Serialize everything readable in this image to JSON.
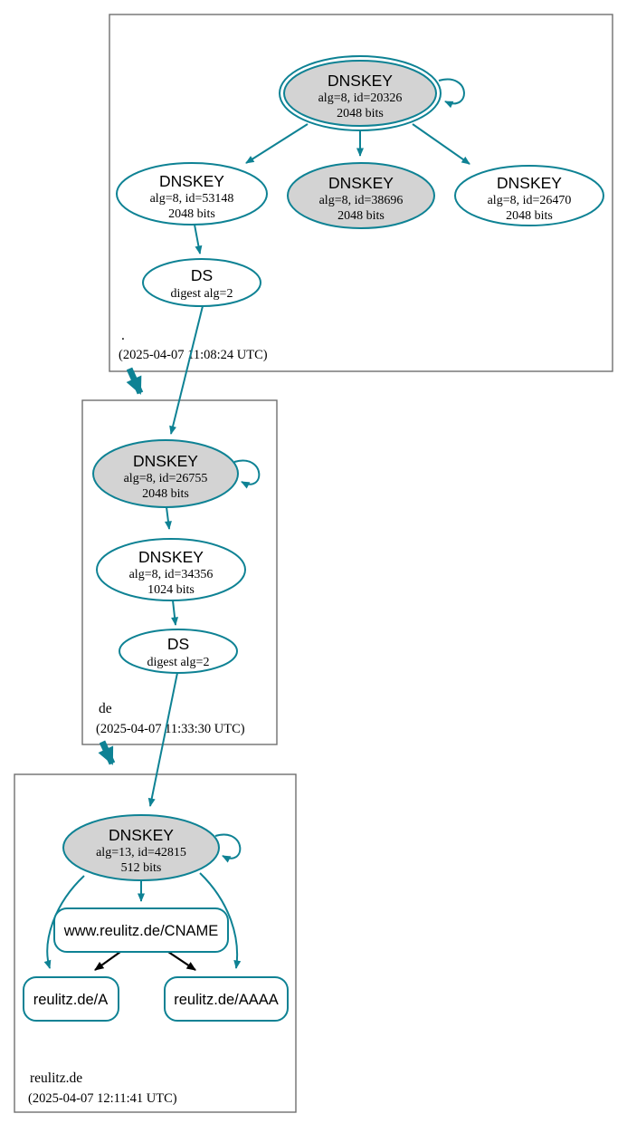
{
  "colors": {
    "edge_secure": "#0e8294",
    "edge_alias": "#000000",
    "node_fill_ksk": "#d3d3d3",
    "node_fill": "#ffffff",
    "zone_border": "#6f6f6f"
  },
  "zones": [
    {
      "name": ".",
      "timestamp": "(2025-04-07 11:08:24 UTC)",
      "nodes": {
        "ksk": {
          "type": "DNSKEY",
          "detail1": "alg=8, id=20326",
          "detail2": "2048 bits"
        },
        "zsk1": {
          "type": "DNSKEY",
          "detail1": "alg=8, id=53148",
          "detail2": "2048 bits"
        },
        "zsk2": {
          "type": "DNSKEY",
          "detail1": "alg=8, id=38696",
          "detail2": "2048 bits"
        },
        "zsk3": {
          "type": "DNSKEY",
          "detail1": "alg=8, id=26470",
          "detail2": "2048 bits"
        },
        "ds": {
          "type": "DS",
          "detail1": "digest alg=2"
        }
      },
      "edges": [
        "ksk->ksk(self)",
        "ksk->zsk1",
        "ksk->zsk2",
        "ksk->zsk3",
        "zsk1->ds",
        "ds->de.ksk"
      ]
    },
    {
      "name": "de",
      "timestamp": "(2025-04-07 11:33:30 UTC)",
      "nodes": {
        "ksk": {
          "type": "DNSKEY",
          "detail1": "alg=8, id=26755",
          "detail2": "2048 bits"
        },
        "zsk": {
          "type": "DNSKEY",
          "detail1": "alg=8, id=34356",
          "detail2": "1024 bits"
        },
        "ds": {
          "type": "DS",
          "detail1": "digest alg=2"
        }
      },
      "edges": [
        "ksk->ksk(self)",
        "ksk->zsk",
        "zsk->ds",
        "ds->reulitz.de.ksk"
      ]
    },
    {
      "name": "reulitz.de",
      "timestamp": "(2025-04-07 12:11:41 UTC)",
      "nodes": {
        "ksk": {
          "type": "DNSKEY",
          "detail1": "alg=13, id=42815",
          "detail2": "512 bits"
        },
        "cname": {
          "label": "www.reulitz.de/CNAME"
        },
        "a": {
          "label": "reulitz.de/A"
        },
        "aaaa": {
          "label": "reulitz.de/AAAA"
        }
      },
      "edges": [
        "ksk->ksk(self)",
        "ksk->cname",
        "ksk->a",
        "ksk->aaaa",
        "cname->a(alias)",
        "cname->aaaa(alias)"
      ]
    }
  ]
}
